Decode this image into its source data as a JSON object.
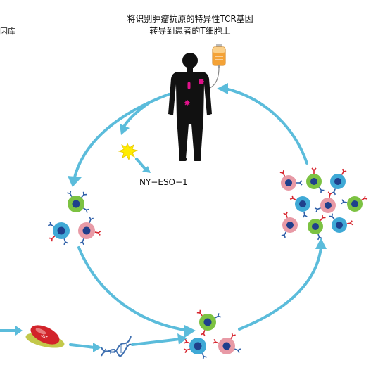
{
  "title": {
    "line1": "将识别肿瘤抗原的特异性TCR基因",
    "line2": "转导到患者的T细胞上"
  },
  "left_partial_text": "因库",
  "antigen_label": "NY−ESO−1",
  "vector_label": "HAT",
  "colors": {
    "arrow": "#5bbcdb",
    "silhouette": "#111111",
    "tumor_marker": "#e0128a",
    "cell_green": "#7cc242",
    "cell_blue": "#3fa9d6",
    "cell_pink": "#e89aa6",
    "nucleus": "#1f3f8c",
    "receptor_red": "#d7262f",
    "receptor_blue": "#2e5fa8",
    "bag": "#f4a236",
    "vector_red": "#d2232a",
    "vector_olive": "#c3c84a",
    "dna": "#3e6fb0",
    "star": "#ffec00"
  }
}
